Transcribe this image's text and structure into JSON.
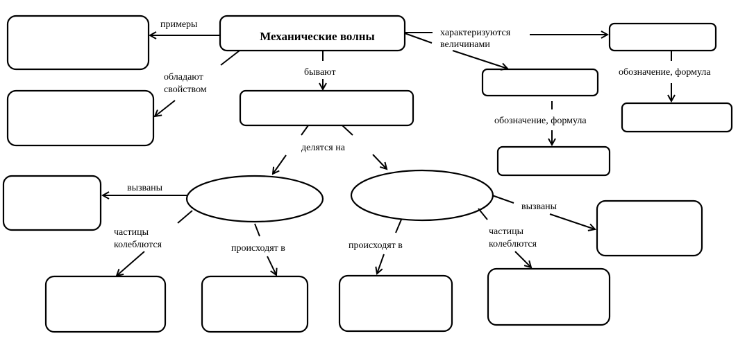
{
  "diagram": {
    "title": "Механические волны",
    "colors": {
      "stroke": "#000000",
      "background": "#ffffff"
    },
    "nodes": [
      {
        "id": "root",
        "shape": "rounded-rect",
        "text": "Механические волны"
      },
      {
        "id": "examples",
        "shape": "rounded-rect",
        "text": ""
      },
      {
        "id": "property",
        "shape": "rounded-rect",
        "text": ""
      },
      {
        "id": "kinds",
        "shape": "rounded-rect",
        "text": ""
      },
      {
        "id": "quantity-1",
        "shape": "rounded-rect",
        "text": ""
      },
      {
        "id": "quantity-2",
        "shape": "rounded-rect",
        "text": ""
      },
      {
        "id": "formula-1",
        "shape": "rounded-rect",
        "text": ""
      },
      {
        "id": "formula-2",
        "shape": "rounded-rect",
        "text": ""
      },
      {
        "id": "wave-type-left",
        "shape": "ellipse",
        "text": ""
      },
      {
        "id": "wave-type-right",
        "shape": "ellipse",
        "text": ""
      },
      {
        "id": "cause-left",
        "shape": "rounded-rect",
        "text": ""
      },
      {
        "id": "oscillation-left",
        "shape": "rounded-rect",
        "text": ""
      },
      {
        "id": "medium-left",
        "shape": "rounded-rect",
        "text": ""
      },
      {
        "id": "medium-right",
        "shape": "rounded-rect",
        "text": ""
      },
      {
        "id": "oscillation-right",
        "shape": "rounded-rect",
        "text": ""
      },
      {
        "id": "cause-right",
        "shape": "rounded-rect",
        "text": ""
      }
    ],
    "edge_labels": {
      "examples": "примеры",
      "property_line1": "обладают",
      "property_line2": "свойством",
      "kinds": "бывают",
      "characterized_line1": "характеризуются",
      "characterized_line2": "величинами",
      "notation_formula_1": "обозначение, формула",
      "notation_formula_2": "обозначение, формула",
      "divided_into": "делятся на",
      "caused_left": "вызваны",
      "oscillate_left_line1": "частицы",
      "oscillate_left_line2": "колеблются",
      "occur_in_left": "происходят в",
      "occur_in_right": "происходят в",
      "oscillate_right_line1": "частицы",
      "oscillate_right_line2": "колеблются",
      "caused_right": "вызваны"
    }
  }
}
